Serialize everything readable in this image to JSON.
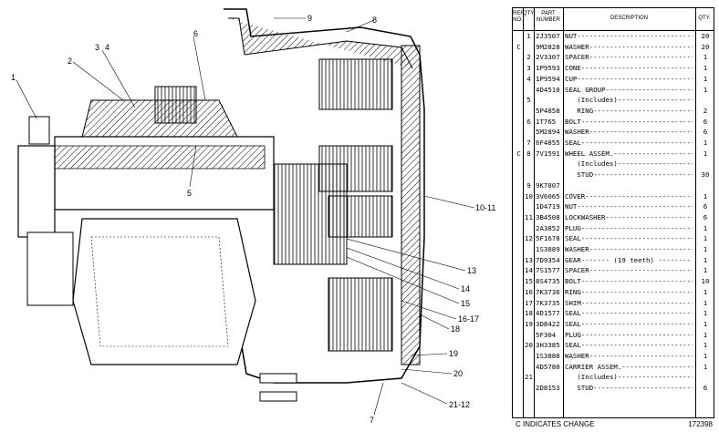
{
  "header": {
    "ref_line1": "REF.",
    "ref_line2": "NO.",
    "qty_line1": "QTY.",
    "part_line1": "PART",
    "part_line2": "NUMBER",
    "description": "DESCRIPTION",
    "qty_col": "QTY."
  },
  "rows": [
    {
      "mark": "",
      "ref": "1",
      "part": "2J3507",
      "desc": "NUT",
      "qty": "20"
    },
    {
      "mark": "C",
      "ref": "",
      "part": "9M2828",
      "desc": "WASHER",
      "qty": "20"
    },
    {
      "mark": "",
      "ref": "2",
      "part": "2V3307",
      "desc": "SPACER",
      "qty": "1"
    },
    {
      "mark": "",
      "ref": "3",
      "part": "1P9593",
      "desc": "CONE",
      "qty": "1"
    },
    {
      "mark": "",
      "ref": "4",
      "part": "1P9594",
      "desc": "CUP",
      "qty": "1"
    },
    {
      "mark": "",
      "ref": "",
      "part": "4D4510",
      "desc": "SEAL GROUP",
      "qty": "1"
    },
    {
      "mark": "",
      "ref": "5",
      "part": "",
      "desc": "   (Includes)",
      "qty": ""
    },
    {
      "mark": "",
      "ref": "",
      "part": "5P4858",
      "desc": "   RING",
      "qty": "2"
    },
    {
      "mark": "",
      "ref": "6",
      "part": "1T765",
      "desc": "BOLT",
      "qty": "6"
    },
    {
      "mark": "",
      "ref": "",
      "part": "5M2894",
      "desc": "WASHER",
      "qty": "6"
    },
    {
      "mark": "",
      "ref": "7",
      "part": "6F4855",
      "desc": "SEAL",
      "qty": "1"
    },
    {
      "mark": "C",
      "ref": "8",
      "part": "7V1591",
      "desc": "WHEEL ASSEM.",
      "qty": "1"
    },
    {
      "mark": "",
      "ref": "",
      "part": "",
      "desc": "   (Includes)",
      "qty": ""
    },
    {
      "mark": "",
      "ref": "",
      "part": "",
      "desc": "   STUD",
      "qty": "30"
    },
    {
      "mark": "",
      "ref": "9",
      "part": "9K7807",
      "desc": "",
      "qty": ""
    },
    {
      "mark": "",
      "ref": "10",
      "part": "3V6065",
      "desc": "COVER",
      "qty": "1"
    },
    {
      "mark": "",
      "ref": "",
      "part": "1D4719",
      "desc": "NUT",
      "qty": "6"
    },
    {
      "mark": "",
      "ref": "11",
      "part": "3B4508",
      "desc": "LOCKWASHER",
      "qty": "6"
    },
    {
      "mark": "",
      "ref": "",
      "part": "2A3852",
      "desc": "PLUG",
      "qty": "1"
    },
    {
      "mark": "",
      "ref": "12",
      "part": "5F1678",
      "desc": "SEAL",
      "qty": "1"
    },
    {
      "mark": "",
      "ref": "",
      "part": "1S3889",
      "desc": "WASHER",
      "qty": "1"
    },
    {
      "mark": "",
      "ref": "13",
      "part": "7D9354",
      "desc": "GEAR",
      "desc_note": "(19 teeth)",
      "qty": "1"
    },
    {
      "mark": "",
      "ref": "14",
      "part": "7S1577",
      "desc": "SPACER",
      "qty": "1"
    },
    {
      "mark": "",
      "ref": "15",
      "part": "8S4735",
      "desc": "BOLT",
      "qty": "10"
    },
    {
      "mark": "",
      "ref": "16",
      "part": "7K3736",
      "desc": "RING",
      "qty": "1"
    },
    {
      "mark": "",
      "ref": "17",
      "part": "7K3735",
      "desc": "SHIM",
      "qty": "1"
    },
    {
      "mark": "",
      "ref": "18",
      "part": "4D1577",
      "desc": "SEAL",
      "qty": "1"
    },
    {
      "mark": "",
      "ref": "19",
      "part": "3D8422",
      "desc": "SEAL",
      "qty": "1"
    },
    {
      "mark": "",
      "ref": "",
      "part": "5F304",
      "desc": "PLUG",
      "qty": "1"
    },
    {
      "mark": "",
      "ref": "20",
      "part": "3H3385",
      "desc": "SEAL",
      "qty": "1"
    },
    {
      "mark": "",
      "ref": "",
      "part": "1S3888",
      "desc": "WASHER",
      "qty": "1"
    },
    {
      "mark": "",
      "ref": "",
      "part": "4D5780",
      "desc": "CARRIER ASSEM.",
      "qty": "1"
    },
    {
      "mark": "",
      "ref": "21",
      "part": "",
      "desc": "   (Includes)",
      "qty": ""
    },
    {
      "mark": "",
      "ref": "",
      "part": "2D8153",
      "desc": "   STUD",
      "qty": "6"
    }
  ],
  "callouts": {
    "c1": "1",
    "c2": "2",
    "c3": "3",
    "c4": "4",
    "c5": "5",
    "c6": "6",
    "c7": "7",
    "c8": "8",
    "c9": "9",
    "c10_11": "10-11",
    "c13": "13",
    "c14": "14",
    "c15": "15",
    "c16_17": "16-17",
    "c18": "18",
    "c19": "19",
    "c20": "20",
    "c21_12": "21-12"
  },
  "footer": {
    "legend": "C INDICATES CHANGE",
    "code": "172398"
  }
}
